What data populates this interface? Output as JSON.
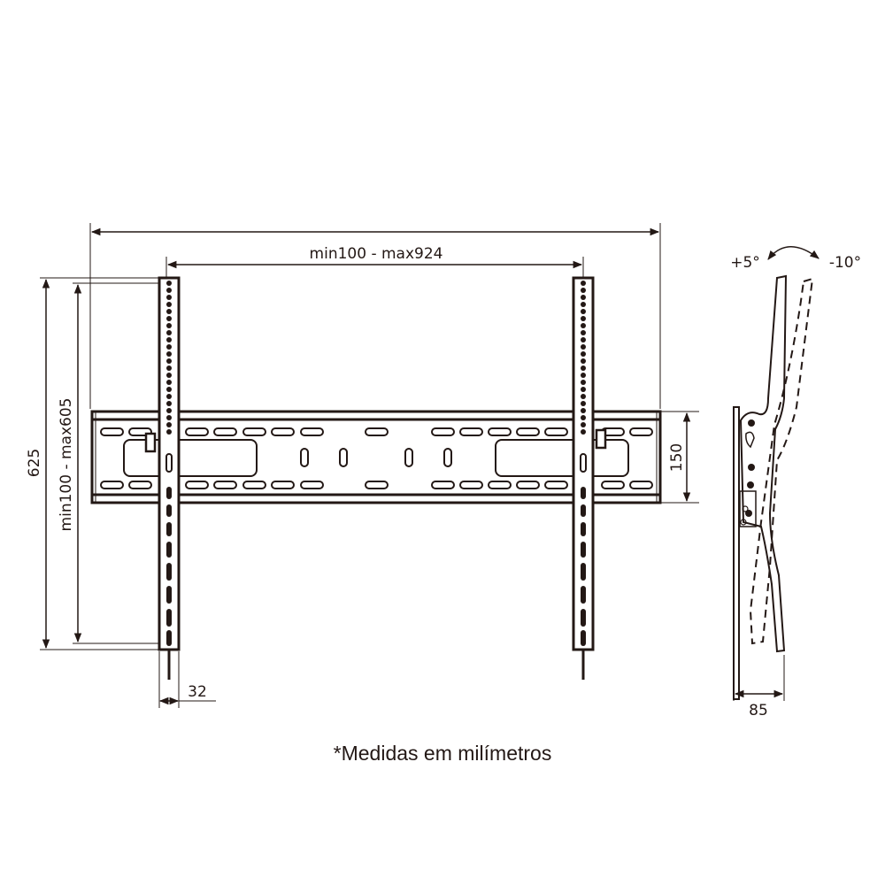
{
  "diagram": {
    "colors": {
      "stroke": "#231815",
      "background": "#ffffff"
    },
    "front_view": {
      "overall_width_dimension": {
        "label": ""
      },
      "arm_spacing_dimension": {
        "label": "min100 - max924"
      },
      "overall_height_dimension": {
        "label": "625"
      },
      "vesa_vertical_dimension": {
        "label": "min100 - max605"
      },
      "wall_plate_height_dimension": {
        "label": "150"
      },
      "arm_width_dimension": {
        "label": "32"
      }
    },
    "side_view": {
      "tilt_up_label": "+5°",
      "tilt_down_label": "-10°",
      "depth_dimension": {
        "label": "85"
      }
    },
    "footnote": "*Medidas em milímetros"
  }
}
